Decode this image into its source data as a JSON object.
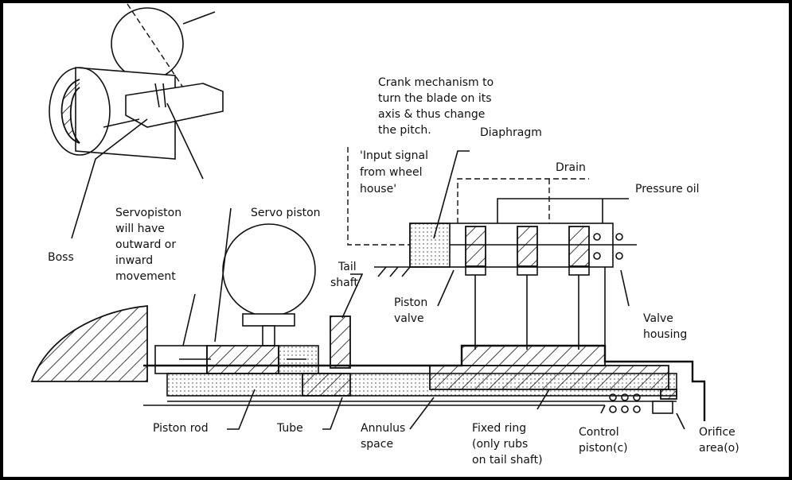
{
  "diagram": {
    "labels": {
      "crank": [
        "Crank mechanism to",
        "turn the blade on its",
        "axis & thus change",
        "the pitch."
      ],
      "diaphragm": "Diaphragm",
      "input_signal": [
        "'Input signal",
        "from wheel",
        "house'"
      ],
      "drain": "Drain",
      "pressure_oil": "Pressure oil",
      "servopiston_movement": [
        "Servopiston",
        "will have",
        "outward or",
        "inward",
        "movement"
      ],
      "servo_piston": "Servo piston",
      "boss": "Boss",
      "tail_shaft": [
        "Tail",
        "shaft"
      ],
      "piston_valve": [
        "Piston",
        "valve"
      ],
      "valve_housing": [
        "Valve",
        "housing"
      ],
      "piston_rod": "Piston rod",
      "tube": "Tube",
      "annulus_space": [
        "Annulus",
        "space"
      ],
      "fixed_ring": [
        "Fixed ring",
        "(only rubs",
        "on tail shaft)"
      ],
      "control_piston": [
        "Control",
        "piston(c)"
      ],
      "orifice_area": [
        "Orifice",
        "area(o)"
      ]
    }
  }
}
